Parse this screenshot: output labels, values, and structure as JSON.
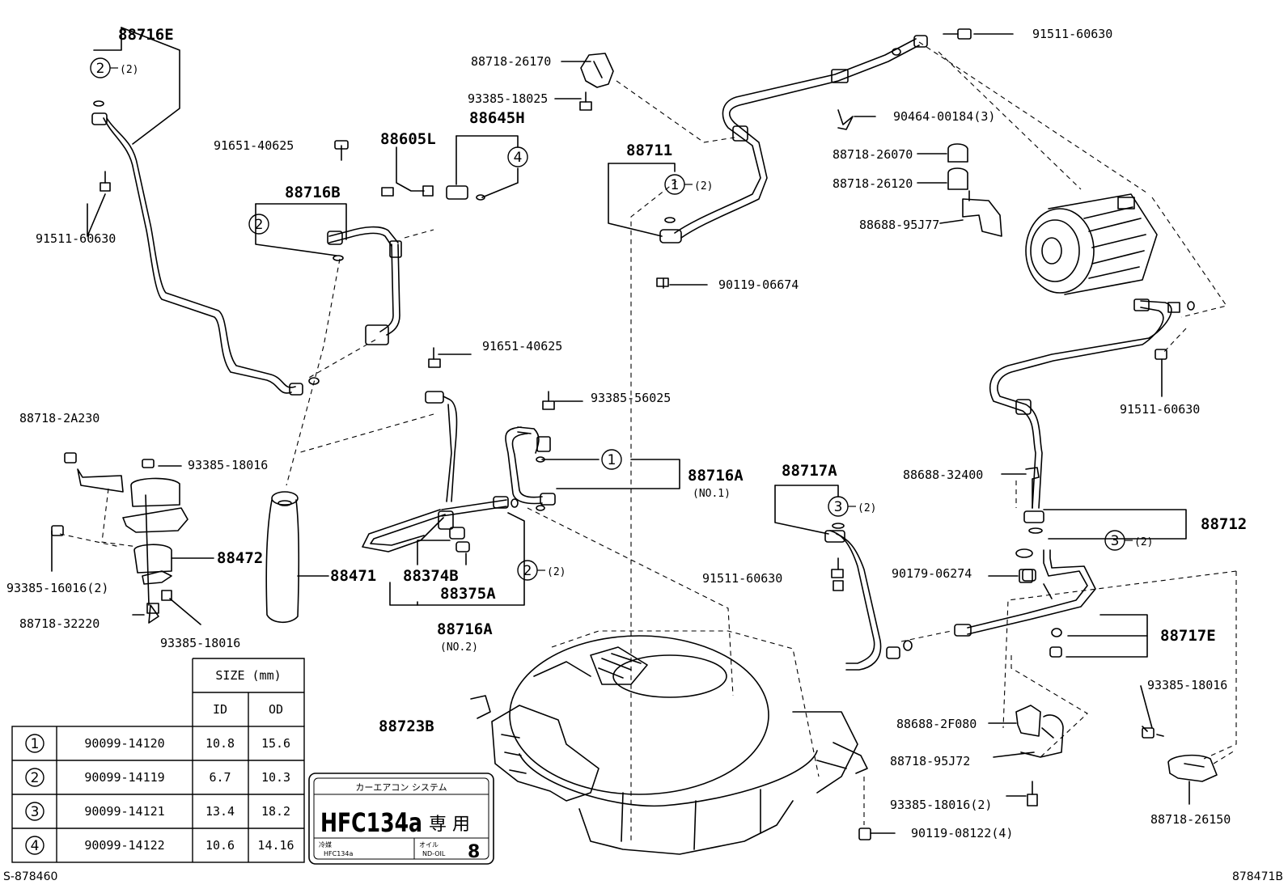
{
  "callouts": [
    {
      "id": "c-88716E",
      "text": "88716E",
      "bold": true
    },
    {
      "id": "c-ring2-a",
      "text": "(2)"
    },
    {
      "id": "c-91511-60630-a",
      "text": "91511-60630"
    },
    {
      "id": "c-91651-40625-a",
      "text": "91651-40625"
    },
    {
      "id": "c-88716B",
      "text": "88716B",
      "bold": true
    },
    {
      "id": "c-88605L",
      "text": "88605L",
      "bold": true
    },
    {
      "id": "c-88645H",
      "text": "88645H",
      "bold": true
    },
    {
      "id": "c-88718-26170",
      "text": "88718-26170"
    },
    {
      "id": "c-93385-18025",
      "text": "93385-18025"
    },
    {
      "id": "c-88711",
      "text": "88711",
      "bold": true
    },
    {
      "id": "c-ring1-a",
      "text": "(2)"
    },
    {
      "id": "c-90119-06674",
      "text": "90119-06674"
    },
    {
      "id": "c-91511-60630-b",
      "text": "91511-60630"
    },
    {
      "id": "c-90464-00184",
      "text": "90464-00184(3)"
    },
    {
      "id": "c-88718-26070",
      "text": "88718-26070"
    },
    {
      "id": "c-88718-26120",
      "text": "88718-26120"
    },
    {
      "id": "c-88688-95J77",
      "text": "88688-95J77"
    },
    {
      "id": "c-91511-60630-c",
      "text": "91511-60630"
    },
    {
      "id": "c-91651-40625-b",
      "text": "91651-40625"
    },
    {
      "id": "c-93385-56025",
      "text": "93385-56025"
    },
    {
      "id": "c-88716A-1",
      "text": "88716A",
      "bold": true
    },
    {
      "id": "c-no1",
      "text": "(NO.1)"
    },
    {
      "id": "c-88718-2A230",
      "text": "88718-2A230"
    },
    {
      "id": "c-93385-18016-a",
      "text": "93385-18016"
    },
    {
      "id": "c-88472",
      "text": "88472",
      "bold": true
    },
    {
      "id": "c-93385-16016",
      "text": "93385-16016(2)"
    },
    {
      "id": "c-88718-32220",
      "text": "88718-32220"
    },
    {
      "id": "c-93385-18016-b",
      "text": "93385-18016"
    },
    {
      "id": "c-88471",
      "text": "88471",
      "bold": true
    },
    {
      "id": "c-88374B",
      "text": "88374B",
      "bold": true
    },
    {
      "id": "c-88375A",
      "text": "88375A",
      "bold": true
    },
    {
      "id": "c-ring2-b",
      "text": "(2)"
    },
    {
      "id": "c-88716A-2",
      "text": "88716A",
      "bold": true
    },
    {
      "id": "c-no2",
      "text": "(NO.2)"
    },
    {
      "id": "c-88717A",
      "text": "88717A",
      "bold": true
    },
    {
      "id": "c-ring3-a",
      "text": "(2)"
    },
    {
      "id": "c-91511-60630-d",
      "text": "91511-60630"
    },
    {
      "id": "c-88688-32400",
      "text": "88688-32400"
    },
    {
      "id": "c-88712",
      "text": "88712",
      "bold": true
    },
    {
      "id": "c-ring3-b",
      "text": "(2)"
    },
    {
      "id": "c-90179-06274",
      "text": "90179-06274"
    },
    {
      "id": "c-88717E",
      "text": "88717E",
      "bold": true
    },
    {
      "id": "c-93385-18016-c",
      "text": "93385-18016"
    },
    {
      "id": "c-88688-2F080",
      "text": "88688-2F080"
    },
    {
      "id": "c-88718-95J72",
      "text": "88718-95J72"
    },
    {
      "id": "c-93385-18016-d",
      "text": "93385-18016(2)"
    },
    {
      "id": "c-90119-08122",
      "text": "90119-08122(4)"
    },
    {
      "id": "c-88718-26150",
      "text": "88718-26150"
    },
    {
      "id": "c-88723B",
      "text": "88723B",
      "bold": true
    }
  ],
  "ring_numbers": [
    {
      "id": "r2-a",
      "text": "2"
    },
    {
      "id": "r4",
      "text": "4"
    },
    {
      "id": "r2-c",
      "text": "2"
    },
    {
      "id": "r1-a",
      "text": "1"
    },
    {
      "id": "r1-b",
      "text": "1"
    },
    {
      "id": "r2-b",
      "text": "2"
    },
    {
      "id": "r3-a",
      "text": "3"
    },
    {
      "id": "r3-b",
      "text": "3"
    }
  ],
  "size_table": {
    "header_group": "SIZE (mm)",
    "col_id": "ID",
    "col_od": "OD",
    "rows": [
      {
        "mark": "1",
        "part": "90099-14120",
        "id": "10.8",
        "od": "15.6"
      },
      {
        "mark": "2",
        "part": "90099-14119",
        "id": "6.7",
        "od": "10.3"
      },
      {
        "mark": "3",
        "part": "90099-14121",
        "id": "13.4",
        "od": "18.2"
      },
      {
        "mark": "4",
        "part": "90099-14122",
        "id": "10.6",
        "od": "14.16"
      }
    ]
  },
  "label_plate": {
    "top": "カーエアコン システム",
    "main": "HFC134a",
    "main_suffix": "専 用",
    "refrigerant_label": "冷媒",
    "refrigerant_value": "HFC134a",
    "oil_label": "オイル",
    "oil_value": "ND-OIL",
    "oil_number": "8"
  },
  "footer": {
    "left_code": "S-878460",
    "right_code": "878471B"
  }
}
